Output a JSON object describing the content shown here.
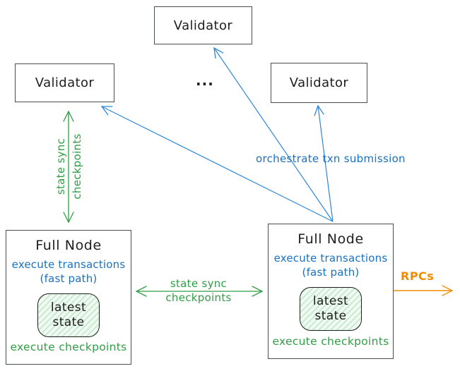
{
  "diagram": {
    "validators": [
      {
        "id": "top",
        "label": "Validator"
      },
      {
        "id": "left",
        "label": "Validator"
      },
      {
        "id": "right",
        "label": "Validator"
      }
    ],
    "ellipsis": "...",
    "full_nodes": {
      "left": {
        "title": "Full Node",
        "exec_line1": "execute transactions",
        "exec_line2": "(fast path)",
        "state_line1": "latest",
        "state_line2": "state",
        "footer": "execute checkpoints"
      },
      "right": {
        "title": "Full Node",
        "exec_line1": "execute transactions",
        "exec_line2": "(fast path)",
        "state_line1": "latest",
        "state_line2": "state",
        "footer": "execute checkpoints"
      }
    },
    "edge_labels": {
      "state_sync_vertical_line1": "state sync",
      "state_sync_vertical_line2": "checkpoints",
      "state_sync_horizontal_line1": "state sync",
      "state_sync_horizontal_line2": "checkpoints",
      "orchestrate": "orchestrate txn submission",
      "rpcs": "RPCs"
    },
    "colors": {
      "blue": "#1971c2",
      "blue_arrow": "#2e86d8",
      "green": "#2f9e44",
      "orange": "#f08c00",
      "box_border": "#494f54",
      "text_black": "#1e1e1e",
      "state_fill": "#f1faf2"
    }
  }
}
